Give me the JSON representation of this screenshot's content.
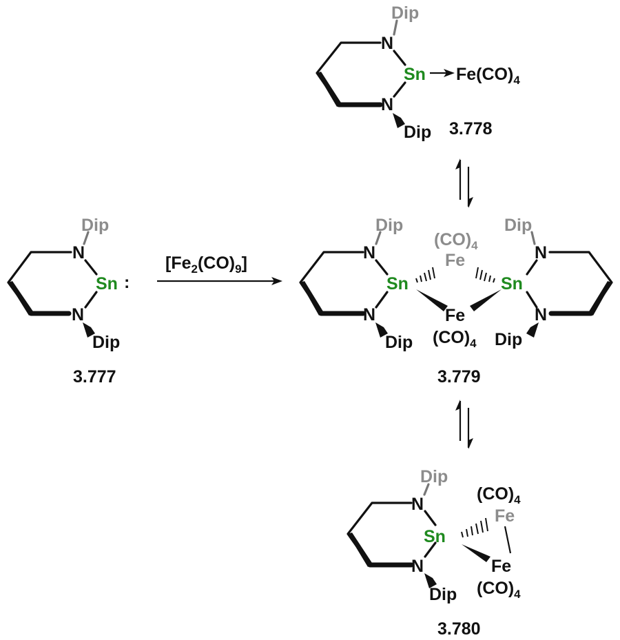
{
  "colors": {
    "black": "#111111",
    "grey": "#8c8c8c",
    "tin_green": "#1f8a1f"
  },
  "reagent": {
    "main": "[Fe",
    "sub1": "2",
    "mid": "(CO)",
    "sub2": "9",
    "end": "]"
  },
  "compounds": {
    "c3777": {
      "id": "3.777",
      "dip_top": "Dip",
      "dip_bottom": "Dip",
      "n_top": "N",
      "n_bottom": "N",
      "sn": "Sn",
      "lone_pair": ":"
    },
    "c3778": {
      "id": "3.778",
      "dip_top": "Dip",
      "dip_bottom": "Dip",
      "n_top": "N",
      "n_bottom": "N",
      "sn": "Sn",
      "fe": "Fe(CO)",
      "fe_sub": "4"
    },
    "c3779": {
      "id": "3.779",
      "dip_top_left": "Dip",
      "dip_bottom_left": "Dip",
      "dip_top_right": "Dip",
      "dip_bottom_right": "Dip",
      "n_tl": "N",
      "n_bl": "N",
      "n_tr": "N",
      "n_br": "N",
      "sn_left": "Sn",
      "sn_right": "Sn",
      "fe_top": "Fe",
      "co_top": "(CO)",
      "co_top_sub": "4",
      "fe_bottom": "Fe",
      "co_bottom": "(CO)",
      "co_bottom_sub": "4"
    },
    "c3780": {
      "id": "3.780",
      "dip_top": "Dip",
      "dip_bottom": "Dip",
      "n_top": "N",
      "n_bottom": "N",
      "sn": "Sn",
      "fe_top": "Fe",
      "co_top": "(CO)",
      "co_top_sub": "4",
      "fe_bottom": "Fe",
      "co_bottom": "(CO)",
      "co_bottom_sub": "4"
    }
  }
}
